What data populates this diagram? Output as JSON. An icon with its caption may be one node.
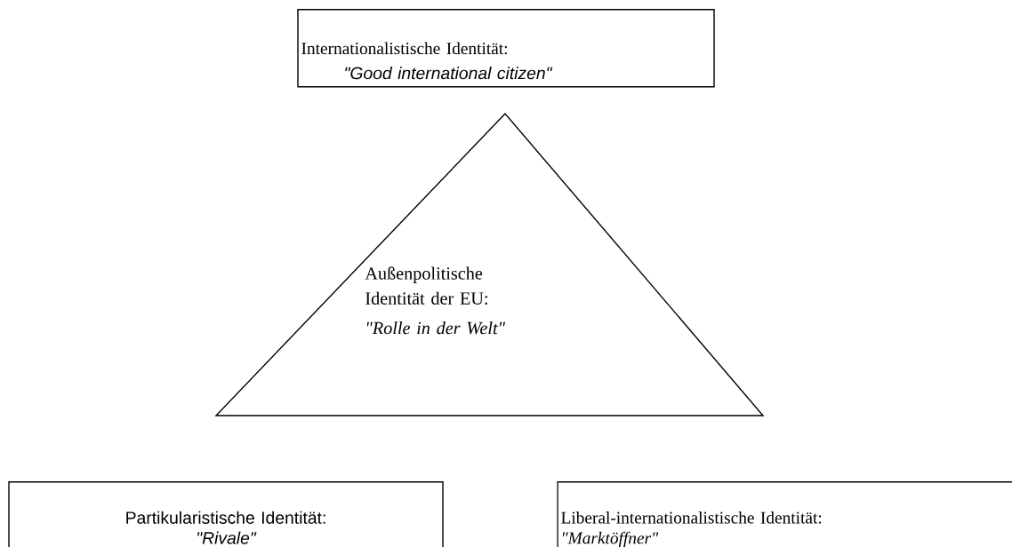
{
  "diagram": {
    "nodes": [
      {
        "text": [
          "Internationalistische Identität:",
          "\"Good international citizen\""
        ]
      },
      {
        "text": [
          "Außenpolitische Identität der EU:",
          "\"Rolle in der Welt\""
        ]
      },
      {
        "text": [
          "Partikularistische Identität:",
          "\"Rivale\""
        ]
      },
      {
        "text": [
          "Liberal-internationalistische Identität:",
          "\"Marktöffner\""
        ]
      }
    ]
  }
}
